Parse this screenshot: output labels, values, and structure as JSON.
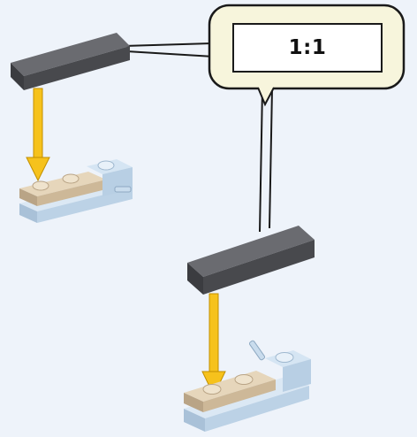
{
  "callout": {
    "scale": "1:1"
  },
  "colors": {
    "background": "#eef3fa",
    "callout_fill": "#f7f5dc",
    "callout_stroke": "#1a1a1a",
    "tile_top": "#5d5e63",
    "tile_side": "#3c3d41",
    "arrow": "#f6c21c",
    "tan_plate": "#d8c7aa",
    "light_blue_plate": "#c9dced"
  },
  "steps": [
    {
      "part": "dark-gray-tile-1x4",
      "target": "tan-and-light-blue-plate-assembly"
    },
    {
      "part": "dark-gray-tile-1x4",
      "target": "tan-and-light-blue-plate-assembly-rotated"
    }
  ]
}
